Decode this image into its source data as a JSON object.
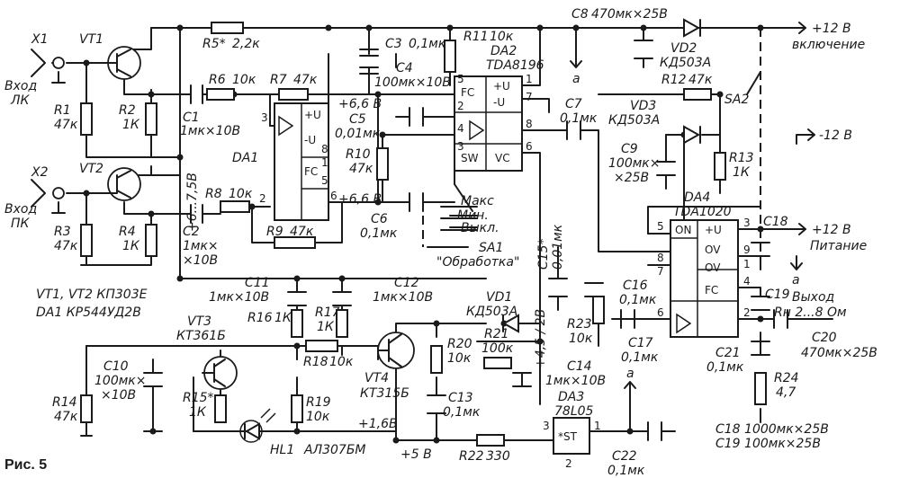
{
  "figure": {
    "caption": "Рис. 5"
  },
  "inputs": {
    "x1": {
      "ref": "X1",
      "name_line1": "Вход",
      "name_line2": "ЛК"
    },
    "x2": {
      "ref": "X2",
      "name_line1": "Вход",
      "name_line2": "ПК"
    }
  },
  "transistors": {
    "vt1": {
      "ref": "VT1"
    },
    "vt2": {
      "ref": "VT2"
    },
    "vt3": {
      "ref": "VT3",
      "type": "КТ361Б"
    },
    "vt4": {
      "ref": "VT4",
      "type": "КТ315Б"
    }
  },
  "resistors": {
    "r1": {
      "ref": "R1",
      "value": "47к"
    },
    "r2": {
      "ref": "R2",
      "value": "1К"
    },
    "r3": {
      "ref": "R3",
      "value": "47к"
    },
    "r4": {
      "ref": "R4",
      "value": "1К"
    },
    "r5": {
      "ref": "R5*",
      "value": "2,2к"
    },
    "r6": {
      "ref": "R6",
      "value": "10к"
    },
    "r7": {
      "ref": "R7",
      "value": "47к"
    },
    "r8": {
      "ref": "R8",
      "value": "10к"
    },
    "r9": {
      "ref": "R9",
      "value": "47к"
    },
    "r10": {
      "ref": "R10",
      "value": "47к"
    },
    "r11": {
      "ref": "R11",
      "value": "10к"
    },
    "r12": {
      "ref": "R12",
      "value": "47к"
    },
    "r13": {
      "ref": "R13",
      "value": "1К"
    },
    "r14": {
      "ref": "R14",
      "value": "47к"
    },
    "r15": {
      "ref": "R15*",
      "value": "1К"
    },
    "r16": {
      "ref": "R16",
      "value": "1К"
    },
    "r17": {
      "ref": "R17",
      "value": "1К"
    },
    "r18": {
      "ref": "R18",
      "value": "10к"
    },
    "r19": {
      "ref": "R19",
      "value": "10к"
    },
    "r20": {
      "ref": "R20",
      "value": "10к"
    },
    "r21": {
      "ref": "R21",
      "value": "100к"
    },
    "r22": {
      "ref": "R22",
      "value": "330"
    },
    "r23": {
      "ref": "R23",
      "value": "10к"
    },
    "r24": {
      "ref": "R24",
      "value": "4,7"
    }
  },
  "capacitors": {
    "c1": {
      "ref": "C1",
      "value": "1мк×10В"
    },
    "c2_ref": "C2",
    "c2_line1": "1мк×",
    "c2_line2": "×10В",
    "c3": {
      "ref": "C3",
      "value": "0,1мк"
    },
    "c4": {
      "ref": "C4",
      "value": "100мк×10В"
    },
    "c5": {
      "ref": "C5",
      "value": "0,01мк"
    },
    "c6": {
      "ref": "C6",
      "value": "0,1мк"
    },
    "c7": {
      "ref": "C7",
      "value": "0,1мк"
    },
    "c8": {
      "ref": "C8",
      "value": "470мк×25В"
    },
    "c9_ref": "C9",
    "c9_line1": "100мк×",
    "c9_line2": "×25В",
    "c10_ref": "C10",
    "c10_line1": "100мк×",
    "c10_line2": "×10В",
    "c11": {
      "ref": "C11",
      "value": "1мк×10В"
    },
    "c12": {
      "ref": "C12",
      "value": "1мк×10В"
    },
    "c13": {
      "ref": "C13",
      "value": "0,1мк"
    },
    "c14": {
      "ref": "C14",
      "value": "1мк×10В"
    },
    "c15": {
      "ref": "C15*",
      "value": "0,01мк"
    },
    "c16": {
      "ref": "C16",
      "value": "0,1мк"
    },
    "c17": {
      "ref": "C17",
      "value": "0,1мк"
    },
    "c18_ref": "C18",
    "c19_ref": "C19",
    "c20": {
      "ref": "C20",
      "value": "470мк×25В"
    },
    "c21": {
      "ref": "C21",
      "value": "0,1мк"
    },
    "c22": {
      "ref": "C22",
      "value": "0,1мк"
    }
  },
  "diodes": {
    "vd1": {
      "ref": "VD1",
      "type": "КД503А"
    },
    "vd2": {
      "ref": "VD2",
      "type": "КД503А"
    },
    "vd3": {
      "ref": "VD3",
      "type": "КД503А"
    },
    "hl1": {
      "ref": "HL1",
      "type": "АЛ307БМ"
    }
  },
  "ics": {
    "da1": {
      "ref": "DA1",
      "plus_u": "+U",
      "minus_u": "-U",
      "fc": "FC",
      "pins": [
        "3",
        "2",
        "1",
        "5",
        "6",
        "8"
      ]
    },
    "da2": {
      "ref": "DA2",
      "type": "TDA8196",
      "fc": "FC",
      "plus_u": "+U",
      "minus_u": "-U",
      "sw": "SW",
      "vc": "VC",
      "pins": [
        "5",
        "1",
        "7",
        "2",
        "4",
        "3",
        "8",
        "6"
      ]
    },
    "da3": {
      "ref": "DA3",
      "type": "78L05",
      "st": "*ST",
      "pins": [
        "3",
        "1",
        "2"
      ]
    },
    "da4": {
      "ref": "DA4",
      "type": "TDA1020",
      "on": "ON",
      "plus_u": "+U",
      "ov1": "OV",
      "ov2": "OV",
      "fc": "FC",
      "pins": [
        "5",
        "8",
        "7",
        "6",
        "3",
        "9",
        "1",
        "4",
        "2"
      ]
    }
  },
  "switches": {
    "sa1": {
      "ref": "SA1",
      "name": "\"Обработка\"",
      "pos_max": "Макс",
      "pos_min": "Мин.",
      "pos_off": "Выкл."
    },
    "sa2": {
      "ref": "SA2"
    }
  },
  "rails": {
    "plus12_on": "+12 В",
    "on_label": "включение",
    "minus12": "-12 В",
    "plus12_pwr": "+12 В",
    "pwr_label": "Питание",
    "plus6_7": "+6...7,5В",
    "plus6_6_top": "+6,6 В",
    "plus6_6_bot": "+6,6 В",
    "plus4_5": "+4,5 / 2В",
    "plus1_6": "+1,6В",
    "plus5": "+5 В",
    "node_a": "а"
  },
  "output": {
    "label": "Выход",
    "load": "Rн 2...8 Ом"
  },
  "notes": {
    "vt_note": "VT1, VT2  КП303Е",
    "da1_note": "DA1  КР544УД2В",
    "c18_note": "C18  1000мк×25В",
    "c19_note": "C19  100мк×25В"
  }
}
